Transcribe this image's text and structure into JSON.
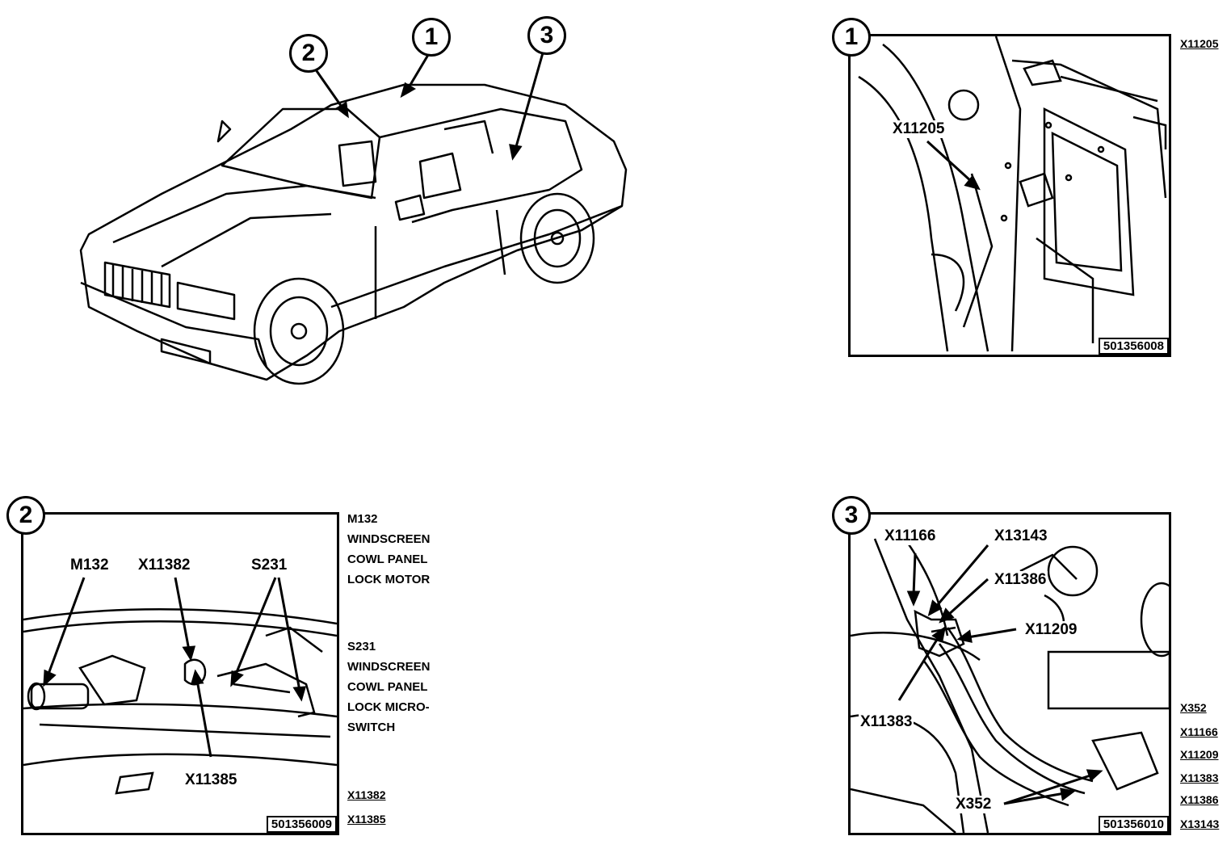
{
  "overview": {
    "markers": [
      "1",
      "2",
      "3"
    ]
  },
  "panel1": {
    "marker": "1",
    "callouts": [
      "X11205"
    ],
    "code": "501356008",
    "refs": [
      "X11205"
    ]
  },
  "panel2": {
    "marker": "2",
    "callouts": [
      "M132",
      "X11382",
      "S231",
      "X11385"
    ],
    "code": "501356009",
    "desc1": [
      "M132",
      "WINDSCREEN",
      "COWL PANEL",
      "LOCK MOTOR"
    ],
    "desc2": [
      "S231",
      "WINDSCREEN",
      "COWL PANEL",
      "LOCK MICRO-",
      "SWITCH"
    ],
    "refs": [
      "X11382",
      "X11385"
    ]
  },
  "panel3": {
    "marker": "3",
    "callouts": [
      "X11166",
      "X13143",
      "X11386",
      "X11209",
      "X11383",
      "X352"
    ],
    "code": "501356010",
    "refs": [
      "X352",
      "X11166",
      "X11209",
      "X11383",
      "X11386",
      "X13143"
    ]
  }
}
